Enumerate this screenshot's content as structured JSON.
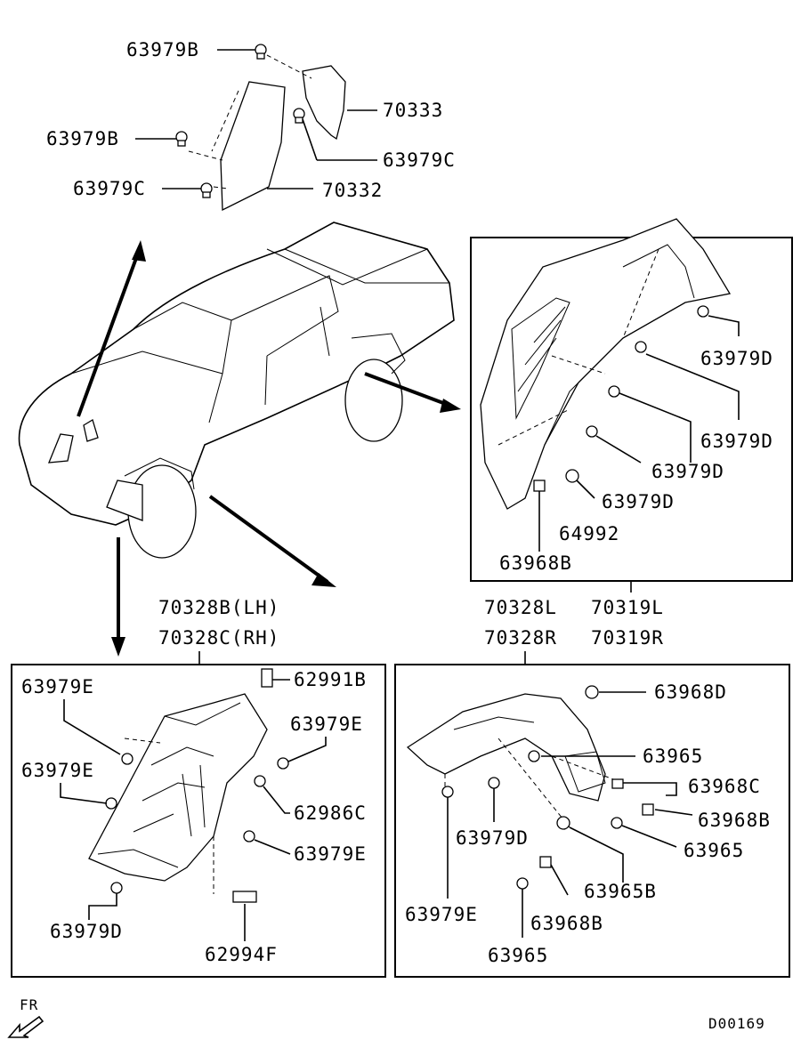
{
  "labels": {
    "p63979B_a": "63979B",
    "p70333": "70333",
    "p63979B_b": "63979B",
    "p63979C_a": "63979C",
    "p63979C_b": "63979C",
    "p70332": "70332",
    "p63979D_1": "63979D",
    "p63979D_2": "63979D",
    "p63979D_3": "63979D",
    "p63979D_4": "63979D",
    "p64992": "64992",
    "p63968B_r": "63968B",
    "p70328L": "70328L",
    "p70319L": "70319L",
    "p70328R": "70328R",
    "p70319R": "70319R",
    "p70328B": "70328B(LH)",
    "p70328C": "70328C(RH)",
    "p63979E_1": "63979E",
    "p62991B": "62991B",
    "p63979E_2": "63979E",
    "p63979E_3": "63979E",
    "p62986C": "62986C",
    "p63979E_4": "63979E",
    "p63979D_l": "63979D",
    "p62994F": "62994F",
    "p63968D": "63968D",
    "p63965_1": "63965",
    "p63968C": "63968C",
    "p63968B_1": "63968B",
    "p63979D_m": "63979D",
    "p63965_2": "63965",
    "p63965B": "63965B",
    "p63979E_m": "63979E",
    "p63968B_2": "63968B",
    "p63965_3": "63965"
  },
  "footer": {
    "direction": "FR",
    "code": "D00169"
  }
}
